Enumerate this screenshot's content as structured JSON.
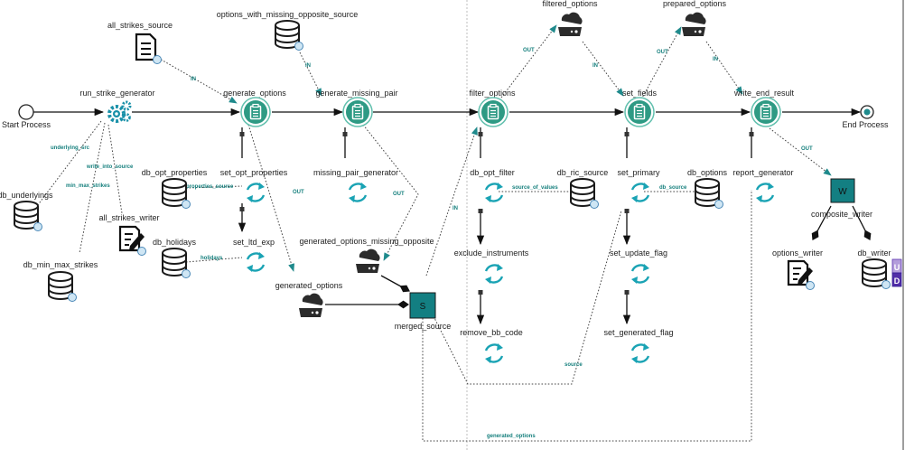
{
  "colors": {
    "task": "#2e9a84",
    "sync": "#1aa3b4",
    "edge_label": "#17807e",
    "source_node": "#137f82",
    "ud_top": "#b39ddb",
    "ud_bottom": "#512da8"
  },
  "nodes": {
    "start": {
      "label": "Start Process",
      "icon": "start-event-circle"
    },
    "end": {
      "label": "End Process",
      "icon": "end-event-circle"
    },
    "run_strike_generator": {
      "label": "run_strike_generator",
      "icon": "gears-icon"
    },
    "generate_options": {
      "label": "generate_options",
      "icon": "task-clipboard-icon"
    },
    "generate_missing_pair": {
      "label": "generate_missing_pair",
      "icon": "task-clipboard-icon"
    },
    "filter_options": {
      "label": "filter_options",
      "icon": "task-clipboard-icon"
    },
    "set_fields": {
      "label": "set_fields",
      "icon": "task-clipboard-icon"
    },
    "write_end_result": {
      "label": "write_end_result",
      "icon": "task-clipboard-icon"
    },
    "all_strikes_source": {
      "label": "all_strikes_source",
      "icon": "document-icon"
    },
    "options_with_missing_opposite_source": {
      "label": "options_with_missing_opposite_source",
      "icon": "database-icon"
    },
    "filtered_options": {
      "label": "filtered_options",
      "icon": "cloud-drive-icon"
    },
    "prepared_options": {
      "label": "prepared_options",
      "icon": "cloud-drive-icon"
    },
    "db_underlyings": {
      "label": "db_underlyings",
      "icon": "database-icon"
    },
    "db_min_max_strikes": {
      "label": "db_min_max_strikes",
      "icon": "database-icon"
    },
    "all_strikes_writer": {
      "label": "all_strikes_writer",
      "icon": "edit-document-icon"
    },
    "db_opt_properties": {
      "label": "db_opt_properties",
      "icon": "database-icon"
    },
    "set_opt_properties": {
      "label": "set_opt_properties",
      "icon": "sync-icon"
    },
    "db_holidays": {
      "label": "db_holidays",
      "icon": "database-icon"
    },
    "set_ltd_exp": {
      "label": "set_ltd_exp",
      "icon": "sync-icon"
    },
    "generated_options": {
      "label": "generated_options",
      "icon": "cloud-drive-icon"
    },
    "missing_pair_generator": {
      "label": "missing_pair_generator",
      "icon": "sync-icon"
    },
    "generated_options_missing_opposite": {
      "label": "generated_options_missing_opposite",
      "icon": "cloud-drive-icon"
    },
    "merged_source": {
      "label": "merged_source",
      "icon": "S"
    },
    "db_opt_filter": {
      "label": "db_opt_filter",
      "icon": "sync-icon"
    },
    "exclude_instruments": {
      "label": "exclude_instruments",
      "icon": "sync-icon"
    },
    "remove_bb_code": {
      "label": "remove_bb_code",
      "icon": "sync-icon"
    },
    "db_ric_source": {
      "label": "db_ric_source",
      "icon": "database-icon"
    },
    "set_primary": {
      "label": "set_primary",
      "icon": "sync-icon"
    },
    "set_update_flag": {
      "label": "set_update_flag",
      "icon": "sync-icon"
    },
    "set_generated_flag": {
      "label": "set_generated_flag",
      "icon": "sync-icon"
    },
    "db_options": {
      "label": "db_options",
      "icon": "database-icon"
    },
    "report_generator": {
      "label": "report_generator",
      "icon": "sync-icon"
    },
    "composite_writer": {
      "label": "composite_writer",
      "icon": "W"
    },
    "options_writer": {
      "label": "options_writer",
      "icon": "edit-document-icon"
    },
    "db_writer": {
      "label": "db_writer",
      "icon": "database-icon"
    }
  },
  "composite_badge": {
    "top": "U",
    "bottom": "D"
  },
  "edge_labels": {
    "in_all_strikes": "IN",
    "in_missing_source": "IN",
    "out_filtered": "OUT",
    "in_filtered": "IN",
    "out_prepared": "OUT",
    "in_prepared": "IN",
    "underlying_src": "underlying_src",
    "write_into_source": "write_into_source",
    "min_max_strikes": "min_max_strikes",
    "properties_source": "properties_source",
    "holidays": "holidays",
    "out_generated": "OUT",
    "out_missing_opposite": "OUT",
    "in_merged": "IN",
    "source_of_values": "source_of_values",
    "db_source": "db_source",
    "source": "source",
    "out_composite": "OUT",
    "generated_options_loop": "generated_options"
  }
}
